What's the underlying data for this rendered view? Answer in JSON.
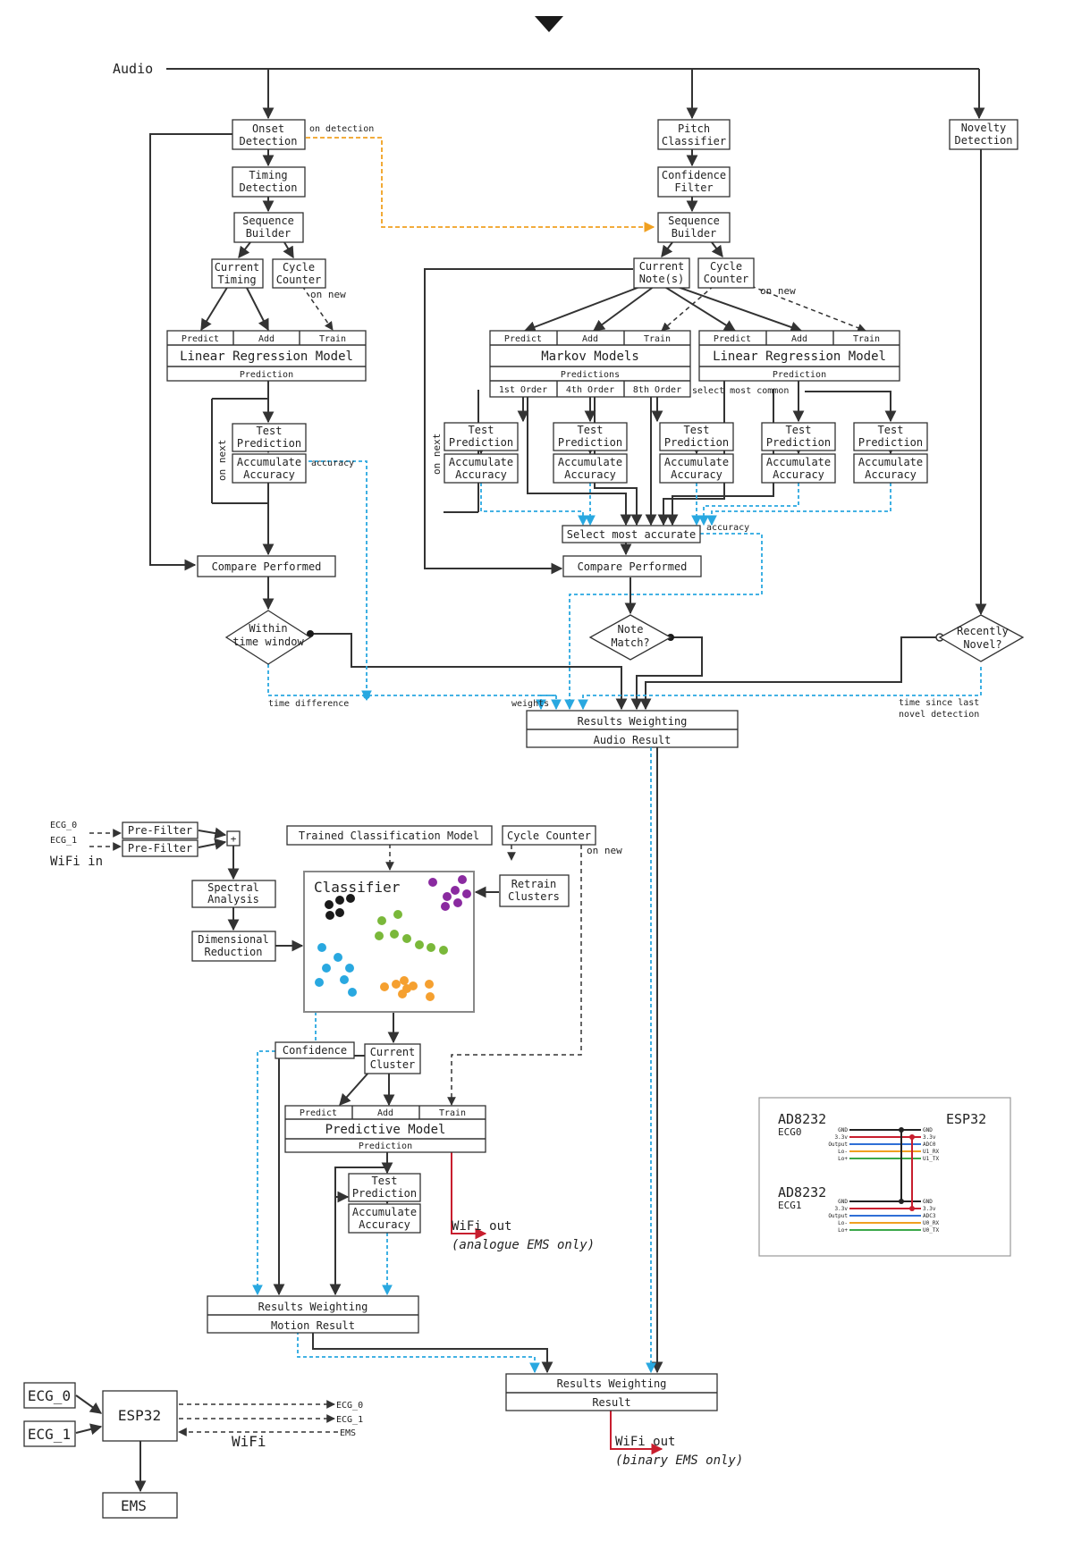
{
  "colors": {
    "line": "#333333",
    "confidence": "#29a8e0",
    "onset": "#f0a020",
    "wifi": "#c81e2e",
    "cluster_black": "#1a1a1a",
    "cluster_purple": "#8a2aa0",
    "cluster_green": "#7ab83a",
    "cluster_blue": "#29a8e0",
    "cluster_orange": "#f5a030",
    "gnd": "#222222",
    "v33": "#c81e2e",
    "output": "#2f6fd6",
    "lo_minus": "#f0a020",
    "lo_plus": "#3aa84a"
  },
  "audio": {
    "input": "Audio",
    "onset": [
      "Onset",
      "Detection"
    ],
    "on_detection": "on detection",
    "timing": [
      "Timing",
      "Detection"
    ],
    "seq_left": [
      "Sequence",
      "Builder"
    ],
    "current_timing": [
      "Current",
      "Timing"
    ],
    "cycle_left": [
      "Cycle",
      "Counter"
    ],
    "on_new_left": "on new",
    "lrm_left": {
      "cells": [
        "Predict",
        "Add",
        "Train"
      ],
      "title": "Linear Regression Model",
      "sub": "Prediction"
    },
    "test_left": [
      "Test",
      "Prediction"
    ],
    "acc_left": [
      "Accumulate",
      "Accuracy"
    ],
    "on_next_left": "on next",
    "accuracy_left": "accuracy",
    "compare_left": "Compare Performed",
    "within": [
      "Within",
      "time window"
    ],
    "time_difference": "time difference",
    "pitch": [
      "Pitch",
      "Classifier"
    ],
    "confidence_filter": [
      "Confidence",
      "Filter"
    ],
    "seq_right": [
      "Sequence",
      "Builder"
    ],
    "current_notes": [
      "Current",
      "Note(s)"
    ],
    "cycle_right": [
      "Cycle",
      "Counter"
    ],
    "on_new_right": "on new",
    "markov": {
      "cells": [
        "Predict",
        "Add",
        "Train"
      ],
      "title": "Markov Models",
      "sub": "Predictions",
      "orders": [
        "1st Order",
        "4th Order",
        "8th Order"
      ]
    },
    "lrm_right": {
      "cells": [
        "Predict",
        "Add",
        "Train"
      ],
      "title": "Linear Regression Model",
      "sub": "Prediction"
    },
    "select_most_common": "select most common",
    "tests": [
      [
        "Test",
        "Prediction"
      ],
      [
        "Test",
        "Prediction"
      ],
      [
        "Test",
        "Prediction"
      ],
      [
        "Test",
        "Prediction"
      ],
      [
        "Test",
        "Prediction"
      ]
    ],
    "accs": [
      [
        "Accumulate",
        "Accuracy"
      ],
      [
        "Accumulate",
        "Accuracy"
      ],
      [
        "Accumulate",
        "Accuracy"
      ],
      [
        "Accumulate",
        "Accuracy"
      ],
      [
        "Accumulate",
        "Accuracy"
      ]
    ],
    "on_next_right": "on next",
    "select_most_accurate": "Select most accurate",
    "accuracy_right": "accuracy",
    "compare_right": "Compare Performed",
    "note_match": [
      "Note",
      "Match?"
    ],
    "weights": "weights",
    "novelty": [
      "Novelty",
      "Detection"
    ],
    "recently_novel": [
      "Recently",
      "Novel?"
    ],
    "time_since": [
      "time since last",
      "novel detection"
    ],
    "results_weighting": "Results Weighting",
    "audio_result": "Audio Result"
  },
  "motion": {
    "ecg0": "ECG_0",
    "ecg1": "ECG_1",
    "prefilter": "Pre-Filter",
    "plus": "+",
    "wifi_in": "WiFi in",
    "spectral": [
      "Spectral",
      "Analysis"
    ],
    "dimensional": [
      "Dimensional",
      "Reduction"
    ],
    "trained_model": "Trained Classification Model",
    "cycle": "Cycle Counter",
    "on_new": "on new",
    "retrain": [
      "Retrain",
      "Clusters"
    ],
    "classifier": "Classifier",
    "confidence": "Confidence",
    "current_cluster": [
      "Current",
      "Cluster"
    ],
    "predictive": {
      "cells": [
        "Predict",
        "Add",
        "Train"
      ],
      "title": "Predictive Model",
      "sub": "Prediction"
    },
    "test": [
      "Test",
      "Prediction"
    ],
    "acc": [
      "Accumulate",
      "Accuracy"
    ],
    "wifi_out": "WiFi out",
    "analogue": "(analogue EMS only)",
    "results_weighting": "Results Weighting",
    "motion_result": "Motion Result"
  },
  "final": {
    "results_weighting": "Results Weighting",
    "result": "Result",
    "wifi_out": "WiFi out",
    "binary": "(binary EMS only)"
  },
  "hardware": {
    "ecg0": "ECG_0",
    "ecg1": "ECG_1",
    "esp32": "ESP32",
    "ems": "EMS",
    "wifi": "WiFi",
    "out_ecg0": "ECG_0",
    "out_ecg1": "ECG_1",
    "out_ems": "EMS"
  },
  "wiring": {
    "ad1": "AD8232",
    "ad1_sub": "ECG0",
    "ad2": "AD8232",
    "ad2_sub": "ECG1",
    "esp": "ESP32",
    "pins_left": [
      "GND",
      "3.3v",
      "Output",
      "Lo-",
      "Lo+"
    ],
    "pins_right_top": [
      "GND",
      "3.3v",
      "ADC0",
      "U1_RX",
      "U1_TX"
    ],
    "pins_right_bottom": [
      "GND",
      "3.3v",
      "ADC3",
      "U0_RX",
      "U0_TX"
    ]
  }
}
